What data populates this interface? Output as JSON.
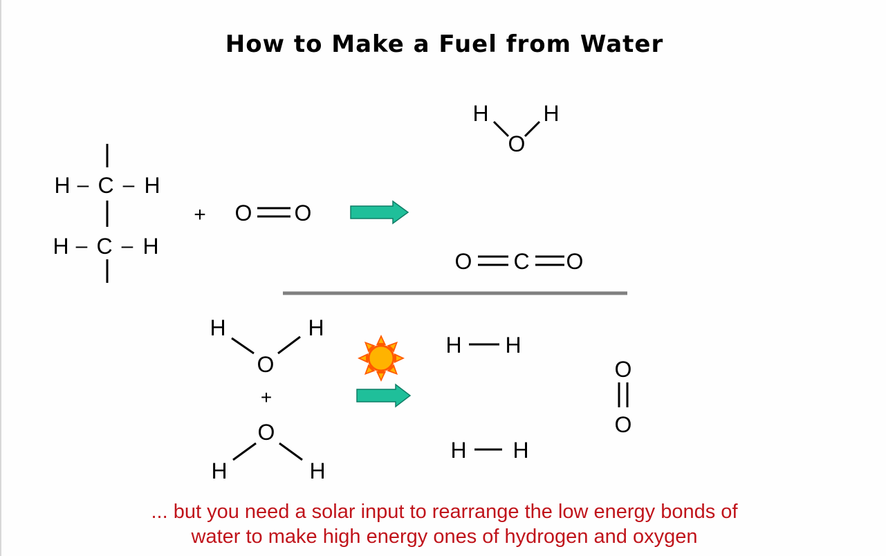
{
  "slide": {
    "title": "How to Make a Fuel from Water",
    "caption": {
      "line1": "... but you need a solar input to rearrange the low energy bonds of",
      "line2": "water to make high energy ones of hydrogen and oxygen"
    }
  },
  "atoms": {
    "hydrogen": "H",
    "carbon": "C",
    "oxygen": "O"
  },
  "operators": {
    "plus": "+",
    "dash": "–"
  },
  "colors": {
    "arrow": "#1fbf9a",
    "arrow_outline": "#0f7d66",
    "sun_body": "#ffb300",
    "sun_rays": "#ff5a00",
    "divider": "#808080",
    "caption": "#c0141b"
  },
  "icons": {
    "sun": "sun-icon",
    "arrow": "right-arrow-icon"
  }
}
